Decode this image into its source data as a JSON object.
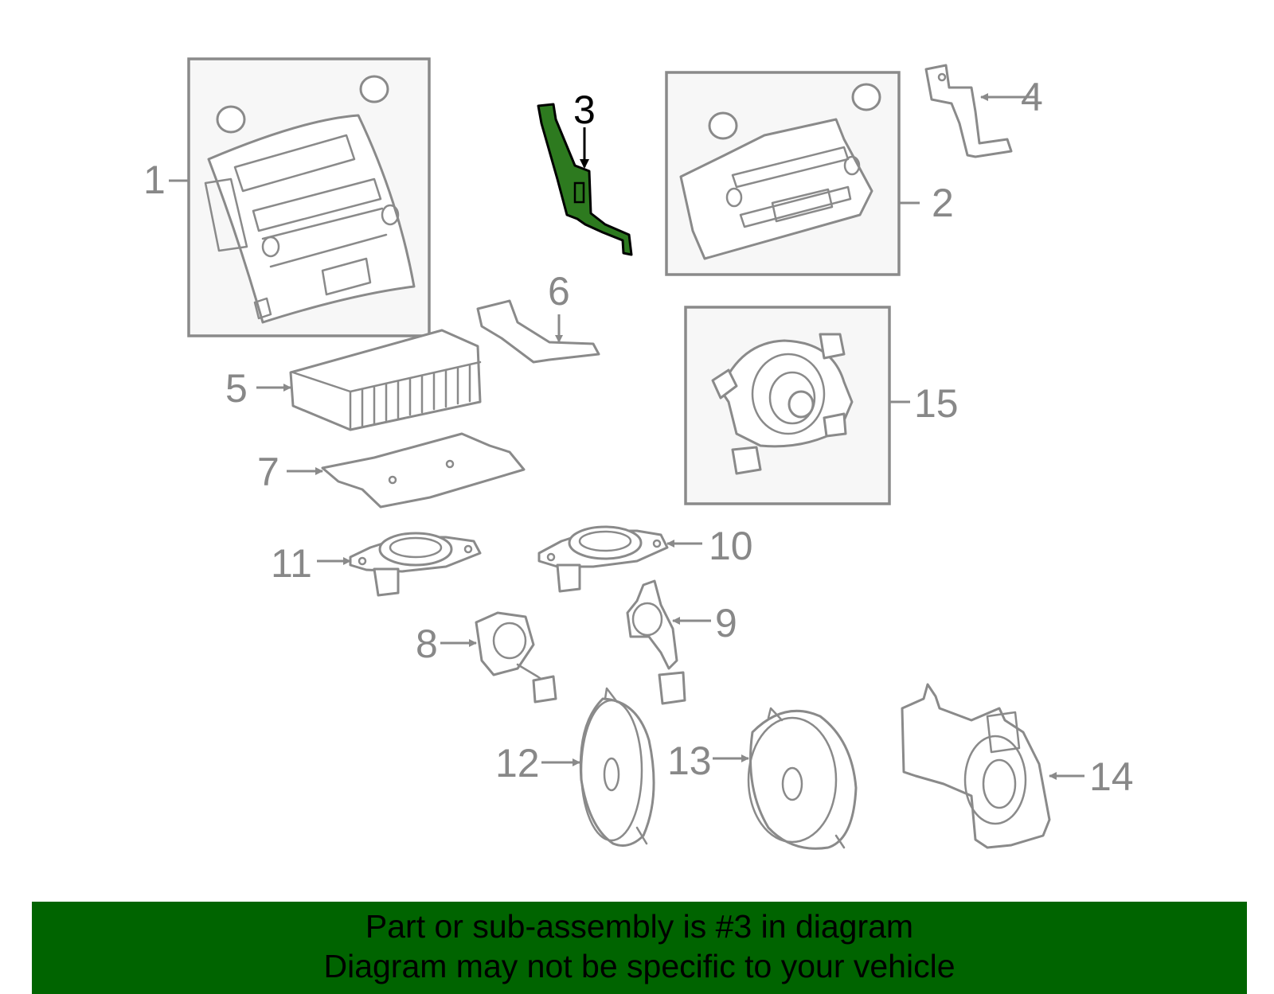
{
  "diagram": {
    "highlighted_part": "3",
    "highlight_color": "#2d7a1f",
    "line_color": "#8a8a8a",
    "callouts": [
      "1",
      "2",
      "3",
      "4",
      "5",
      "6",
      "7",
      "8",
      "9",
      "10",
      "11",
      "12",
      "13",
      "14",
      "15"
    ]
  },
  "banner": {
    "background": "#006400",
    "line1": "Part or sub-assembly is #3 in diagram",
    "line2": "Diagram may not be specific to your vehicle"
  }
}
